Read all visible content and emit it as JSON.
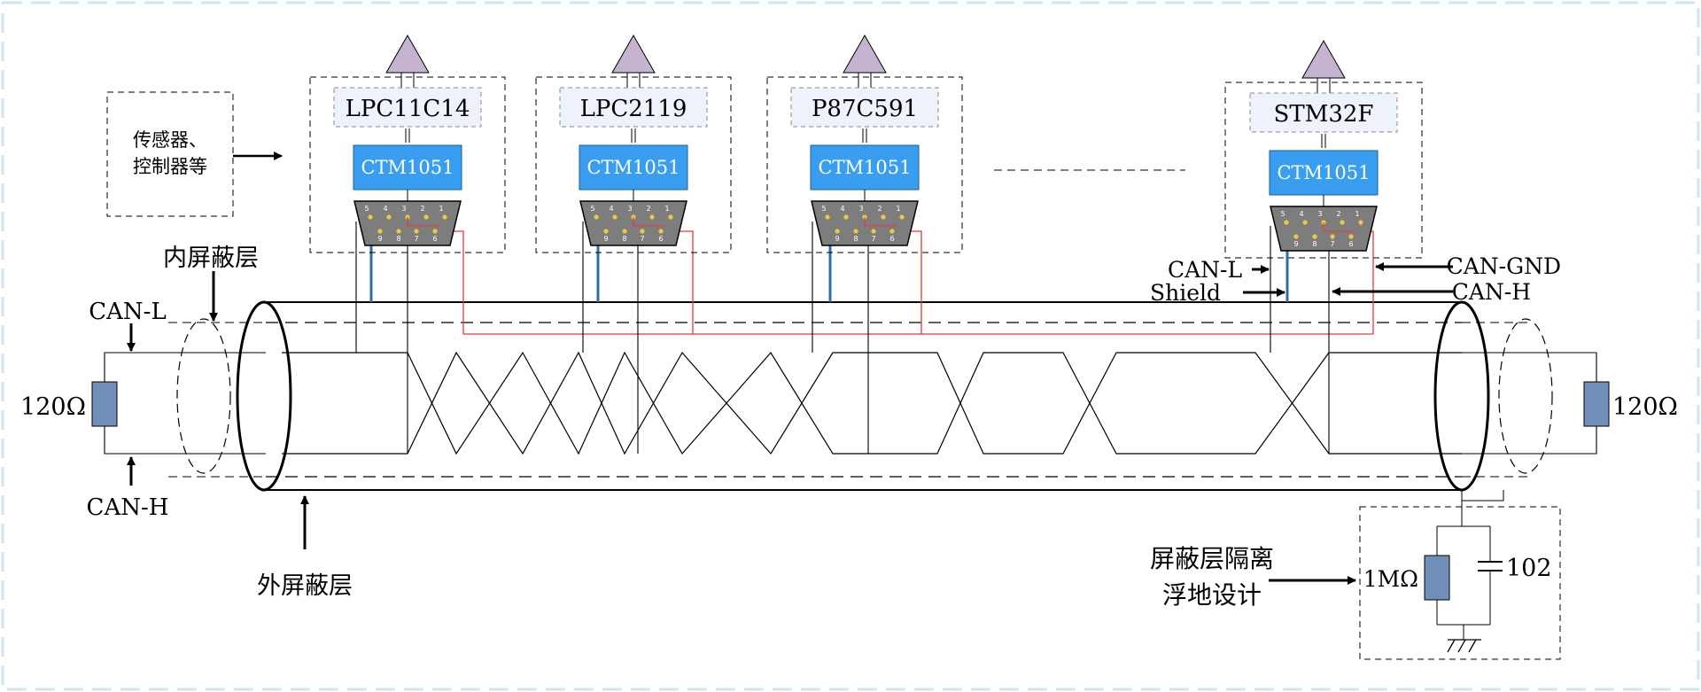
{
  "nodes": [
    {
      "mcu": "LPC11C14",
      "transceiver": "CTM1051"
    },
    {
      "mcu": "LPC2119",
      "transceiver": "CTM1051"
    },
    {
      "mcu": "P87C591",
      "transceiver": "CTM1051"
    },
    {
      "mcu": "STM32F",
      "transceiver": "CTM1051"
    }
  ],
  "db9_pins_top": [
    "5",
    "4",
    "3",
    "2",
    "1"
  ],
  "db9_pins_bottom": [
    "9",
    "8",
    "7",
    "6"
  ],
  "sensor_box": {
    "line1": "传感器、",
    "line2": "控制器等"
  },
  "labels": {
    "inner_shield": "内屏蔽层",
    "outer_shield": "外屏蔽层",
    "can_l_left": "CAN-L",
    "can_h_left": "CAN-H",
    "resistor_left": "120Ω",
    "resistor_right": "120Ω",
    "can_l_right": "CAN-L",
    "shield": "Shield",
    "can_gnd": "CAN-GND",
    "can_h_right": "CAN-H",
    "isolation_line1": "屏蔽层隔离",
    "isolation_line2": "浮地设计",
    "resistor_1m": "1MΩ",
    "capacitor": "102"
  },
  "colors": {
    "transceiver_fill": "#3a9ef0",
    "mcu_fill": "#eef2fa",
    "antenna_fill": "#c5b3d1",
    "connector_fill": "#7d7d7d",
    "resistor_fill": "#6f8fb8",
    "can_h_wire": "#e03a3a",
    "shield_wire": "#2a6db5",
    "frame": "#cde6f2"
  }
}
